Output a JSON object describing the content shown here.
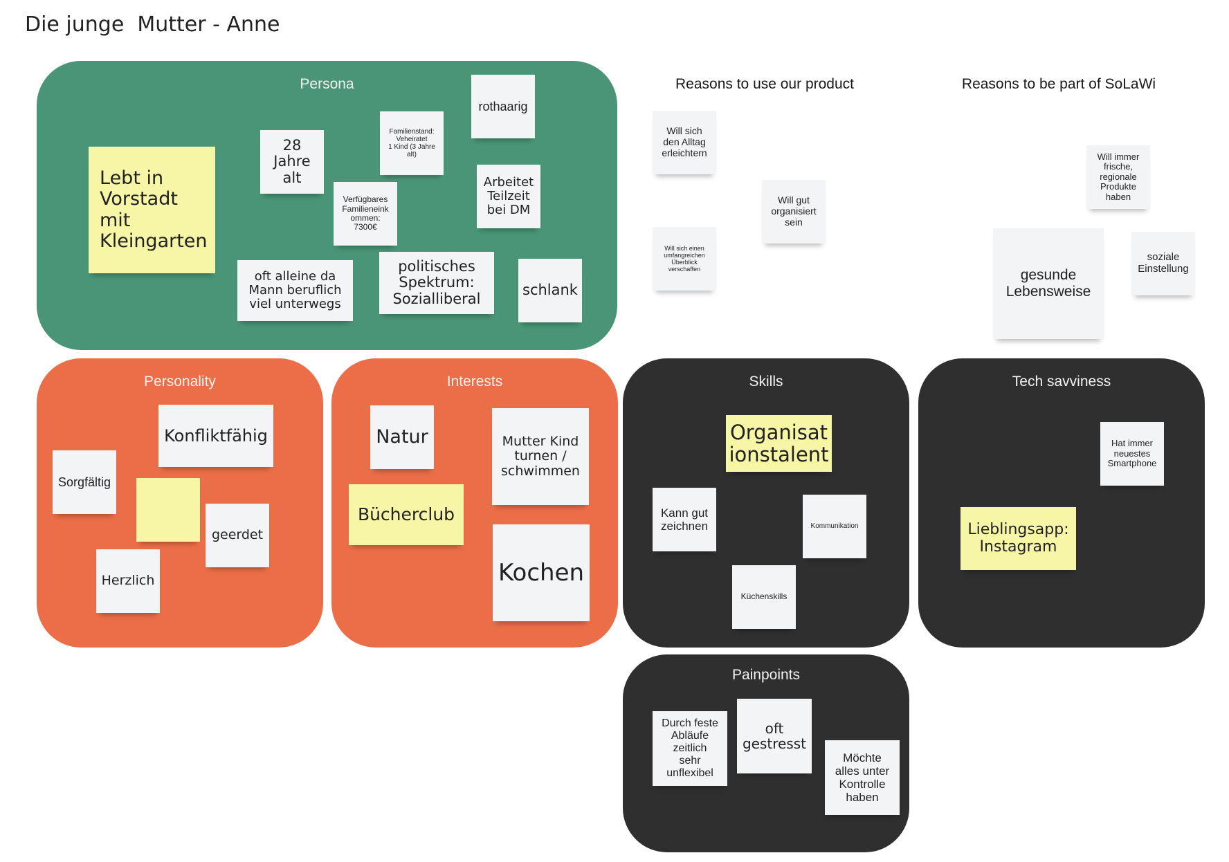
{
  "title": "Die junge  Mutter - Anne",
  "colors": {
    "green": "#4a9577",
    "orange": "#ec6e48",
    "dark": "#2f2f2f",
    "note_white": "#f3f4f5",
    "note_yellow": "#f7f5a6"
  },
  "frames": {
    "persona": {
      "title": "Persona",
      "notes": {
        "rothaarig": "rothaarig",
        "familienstand": "Familienstand:\nVeheiratet\n1 Kind (3 Jahre alt)",
        "age": "28\nJahre\nalt",
        "arbeitet": "Arbeitet\nTeilzeit\nbei DM",
        "vorstadt": "Lebt in\nVorstadt\nmit\nKleingarten",
        "einkommen": "Verfügbares\nFamilieneink\nommen:\n7300€",
        "alleine": "oft alleine da\nMann beruflich\nviel unterwegs",
        "politik": "politisches\nSpektrum:\nSozialliberal",
        "schlank": "schlank"
      }
    },
    "personality": {
      "title": "Personality",
      "notes": {
        "konflikt": "Konfliktfähig",
        "sorgfaeltig": "Sorgfältig",
        "geerdet": "geerdet",
        "herzlich": "Herzlich",
        "blank": ""
      }
    },
    "interests": {
      "title": "Interests",
      "notes": {
        "natur": "Natur",
        "turnen": "Mutter Kind\nturnen /\nschwimmen",
        "buecher": "Bücherclub",
        "kochen": "Kochen"
      }
    },
    "skills": {
      "title": "Skills",
      "notes": {
        "organisation": "Organisat\nionstalent",
        "zeichnen": "Kann gut\nzeichnen",
        "kommunikation": "Kommunikation",
        "kuechen": "Küchenskills"
      }
    },
    "tech": {
      "title": "Tech savviness",
      "notes": {
        "smartphone": "Hat immer\nneuestes\nSmartphone",
        "instagram": "Lieblingsapp:\nInstagram"
      }
    },
    "painpoints": {
      "title": "Painpoints",
      "notes": {
        "ablaeufe": "Durch feste\nAbläufe\nzeitlich\nsehr\nunflexibel",
        "gestresst": "oft\ngestresst",
        "kontrolle": "Möchte\nalles unter\nKontrolle\nhaben"
      }
    }
  },
  "reasons_product": {
    "title": "Reasons to use our product",
    "notes": {
      "alltag": "Will sich\nden Alltag\nerleichtern",
      "organisiert": "Will gut\norganisiert\nsein",
      "ueberblick": "Will sich einen\numfangreichen\nÜberblick\nverschaffen"
    }
  },
  "reasons_solawi": {
    "title": "Reasons to be part of SoLaWi",
    "notes": {
      "produkte": "Will immer\nfrische,\nregionale\nProdukte\nhaben",
      "lebensweise": "gesunde\nLebensweise",
      "einstellung": "soziale\nEinstellung"
    }
  }
}
